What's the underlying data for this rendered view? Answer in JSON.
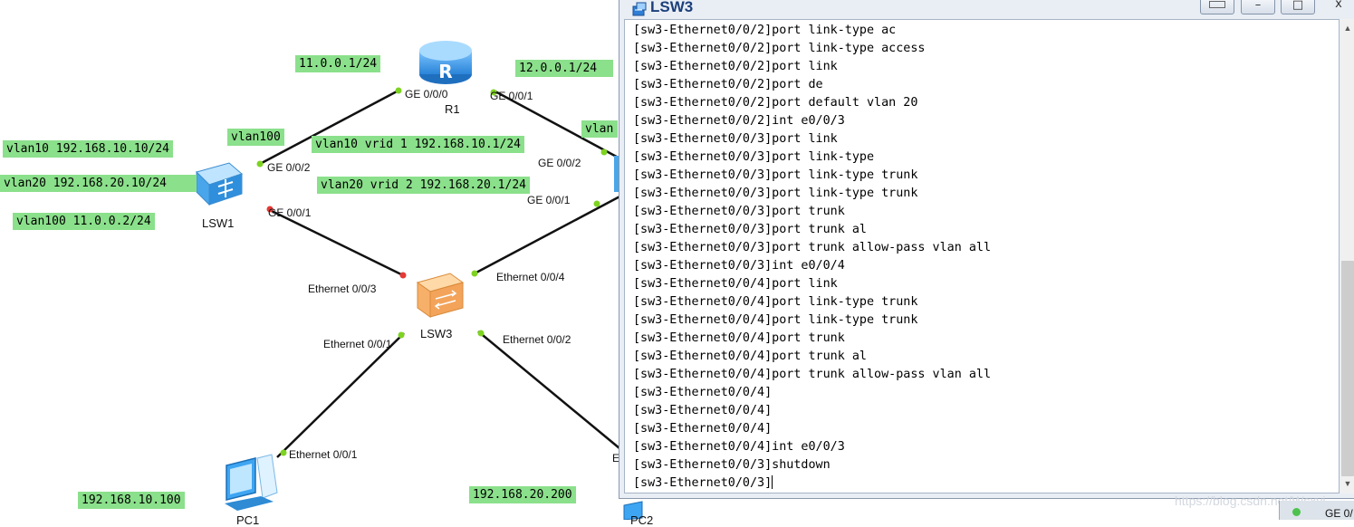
{
  "topology": {
    "notes": {
      "r1_left_ip": "11.0.0.1/24",
      "r1_right_ip": "12.0.0.1/24",
      "vlan100_tag": "vlan100",
      "vlan10_ip": "vlan10 192.168.10.10/24",
      "vlan20_ip": "vlan20 192.168.20.10/24",
      "vlan100_ip": "vlan100 11.0.0.2/24",
      "vrid1": "vlan10 vrid 1 192.168.10.1/24",
      "vrid2": "vlan20 vrid 2 192.168.20.1/24",
      "lsw2_partial": "vlan",
      "pc1_ip": "192.168.10.100",
      "pc2_ip": "192.168.20.200"
    },
    "devices": {
      "r1": "R1",
      "lsw1": "LSW1",
      "lsw3": "LSW3",
      "pc1": "PC1",
      "pc2": "PC2"
    },
    "ports": {
      "r1_ge000": "GE 0/0/0",
      "r1_ge001": "GE 0/0/1",
      "lsw1_ge002": "GE 0/0/2",
      "lsw1_ge001": "GE 0/0/1",
      "lsw2_ge002": "GE 0/0/2",
      "lsw2_ge001": "GE 0/0/1",
      "lsw3_e003": "Ethernet 0/0/3",
      "lsw3_e004": "Ethernet 0/0/4",
      "lsw3_e001": "Ethernet 0/0/1",
      "lsw3_e002": "Ethernet 0/0/2",
      "pc1_e001": "Ethernet 0/0/1",
      "pc2_partial": "E"
    }
  },
  "terminal": {
    "title": "LSW3",
    "buttons": {
      "help": "",
      "minimize": "–",
      "maximize": "□",
      "close": "x"
    },
    "lines": [
      "[sw3-Ethernet0/0/2]port link-type ac",
      "[sw3-Ethernet0/0/2]port link-type access",
      "[sw3-Ethernet0/0/2]port link",
      "[sw3-Ethernet0/0/2]port de",
      "[sw3-Ethernet0/0/2]port default vlan 20",
      "[sw3-Ethernet0/0/2]int e0/0/3",
      "[sw3-Ethernet0/0/3]port link",
      "[sw3-Ethernet0/0/3]port link-type",
      "[sw3-Ethernet0/0/3]port link-type trunk",
      "[sw3-Ethernet0/0/3]port link-type trunk",
      "[sw3-Ethernet0/0/3]port trunk",
      "[sw3-Ethernet0/0/3]port trunk al",
      "[sw3-Ethernet0/0/3]port trunk allow-pass vlan all",
      "[sw3-Ethernet0/0/3]int e0/0/4",
      "[sw3-Ethernet0/0/4]port link",
      "[sw3-Ethernet0/0/4]port link-type trunk",
      "[sw3-Ethernet0/0/4]port link-type trunk",
      "[sw3-Ethernet0/0/4]port trunk",
      "[sw3-Ethernet0/0/4]port trunk al",
      "[sw3-Ethernet0/0/4]port trunk allow-pass vlan all",
      "[sw3-Ethernet0/0/4]",
      "[sw3-Ethernet0/0/4]",
      "[sw3-Ethernet0/0/4]",
      "[sw3-Ethernet0/0/4]int e0/0/3",
      "[sw3-Ethernet0/0/3]shutdown"
    ],
    "prompt": "[sw3-Ethernet0/0/3]"
  },
  "watermark": "https://blog.csdn.net/Wsxyi",
  "corner_port": "GE 0/",
  "colors": {
    "note_bg": "#8be08b",
    "port_up": "#7ed321",
    "port_down": "#e53935",
    "title_text": "#1c3f7a"
  },
  "icons": {
    "router": "router-icon",
    "switch": "switch-icon",
    "pc": "pc-icon",
    "terminal": "terminal-app-icon"
  }
}
